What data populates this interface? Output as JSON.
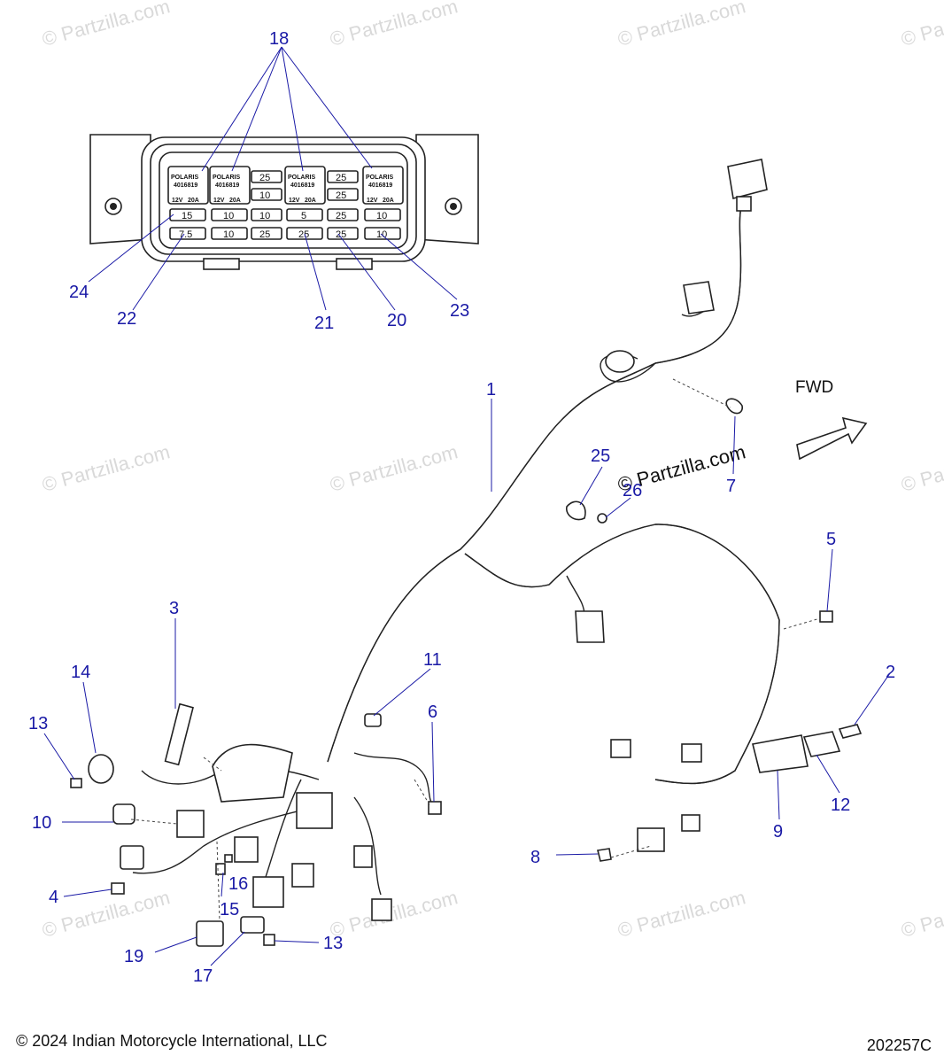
{
  "watermark": "© Partzilla.com",
  "watermark_center": "© Partzilla.com",
  "direction_label": "FWD",
  "copyright": "© 2024 Indian Motorcycle International, LLC",
  "diagram_id": "202257C",
  "fuse_box": {
    "brand": "POLARIS",
    "part_no": "4016819",
    "voltage": "12V",
    "rating": "20A",
    "col3": [
      "25",
      "10",
      "10",
      "25"
    ],
    "col5": [
      "25",
      "25",
      "25",
      "25"
    ],
    "row_mid": [
      "15",
      "10",
      "5",
      "10"
    ],
    "row_bot": [
      "7.5",
      "10",
      "25",
      "10"
    ]
  },
  "callouts": {
    "c1": "1",
    "c2": "2",
    "c3": "3",
    "c4": "4",
    "c5": "5",
    "c6": "6",
    "c7": "7",
    "c8": "8",
    "c9": "9",
    "c10": "10",
    "c11": "11",
    "c12": "12",
    "c13a": "13",
    "c13b": "13",
    "c14": "14",
    "c15": "15",
    "c16": "16",
    "c17": "17",
    "c18": "18",
    "c19": "19",
    "c20": "20",
    "c21": "21",
    "c22": "22",
    "c23": "23",
    "c24": "24",
    "c25": "25",
    "c26": "26"
  }
}
